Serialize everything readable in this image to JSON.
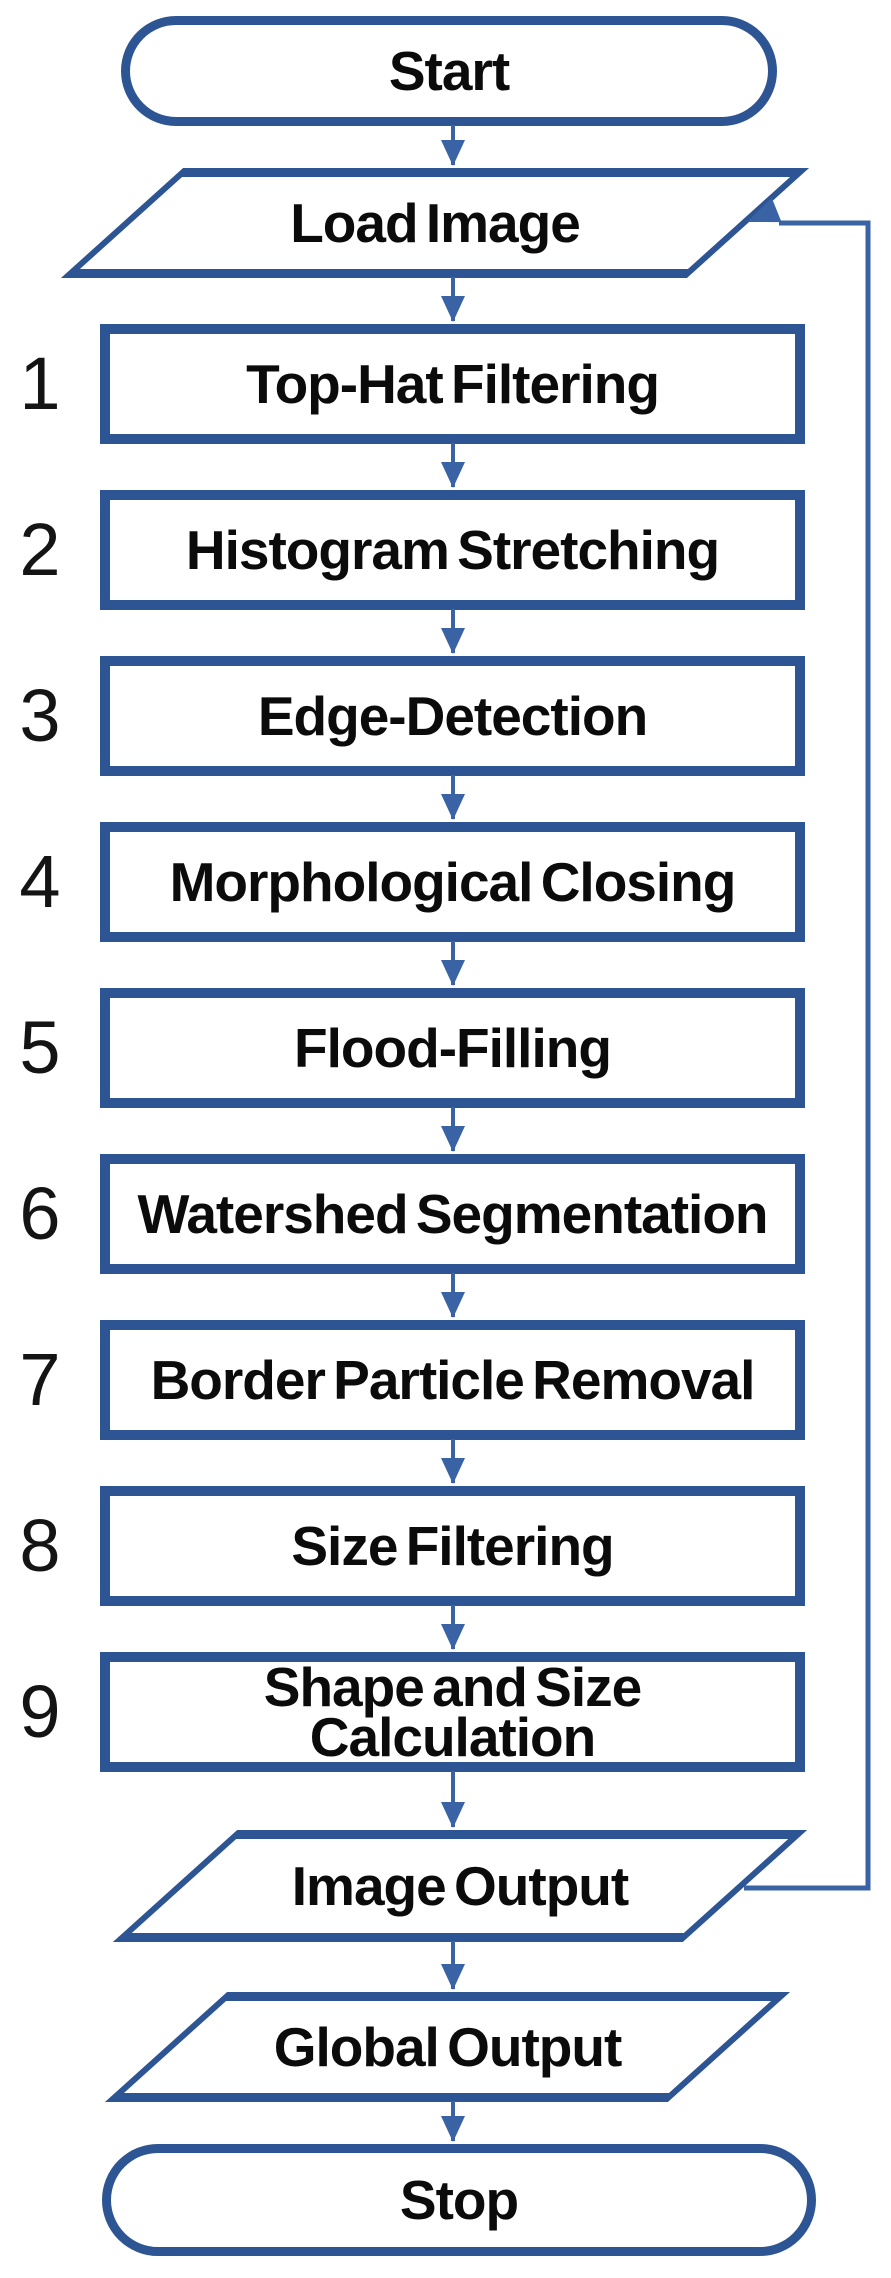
{
  "flowchart": {
    "start": {
      "label": "Start"
    },
    "load_image": {
      "label": "Load Image"
    },
    "steps": [
      {
        "number": "1",
        "label": "Top-Hat Filtering"
      },
      {
        "number": "2",
        "label": "Histogram Stretching"
      },
      {
        "number": "3",
        "label": "Edge-Detection"
      },
      {
        "number": "4",
        "label": "Morphological Closing"
      },
      {
        "number": "5",
        "label": "Flood-Filling"
      },
      {
        "number": "6",
        "label": "Watershed Segmentation"
      },
      {
        "number": "7",
        "label": "Border Particle Removal"
      },
      {
        "number": "8",
        "label": "Size Filtering"
      },
      {
        "number": "9",
        "label": "Shape and Size Calculation",
        "lines": [
          "Shape and Size",
          "Calculation"
        ]
      }
    ],
    "image_output": {
      "label": "Image Output"
    },
    "global_output": {
      "label": "Global Output"
    },
    "stop": {
      "label": "Stop"
    },
    "edges": [
      {
        "from": "Start",
        "to": "Load Image",
        "type": "forward"
      },
      {
        "from": "Load Image",
        "to": "Top-Hat Filtering",
        "type": "forward"
      },
      {
        "from": "Top-Hat Filtering",
        "to": "Histogram Stretching",
        "type": "forward"
      },
      {
        "from": "Histogram Stretching",
        "to": "Edge-Detection",
        "type": "forward"
      },
      {
        "from": "Edge-Detection",
        "to": "Morphological Closing",
        "type": "forward"
      },
      {
        "from": "Morphological Closing",
        "to": "Flood-Filling",
        "type": "forward"
      },
      {
        "from": "Flood-Filling",
        "to": "Watershed Segmentation",
        "type": "forward"
      },
      {
        "from": "Watershed Segmentation",
        "to": "Border Particle Removal",
        "type": "forward"
      },
      {
        "from": "Border Particle Removal",
        "to": "Size Filtering",
        "type": "forward"
      },
      {
        "from": "Size Filtering",
        "to": "Shape and Size Calculation",
        "type": "forward"
      },
      {
        "from": "Shape and Size Calculation",
        "to": "Image Output",
        "type": "forward"
      },
      {
        "from": "Image Output",
        "to": "Global Output",
        "type": "forward"
      },
      {
        "from": "Global Output",
        "to": "Stop",
        "type": "forward"
      },
      {
        "from": "Image Output",
        "to": "Load Image",
        "type": "loopback"
      }
    ],
    "colors": {
      "shape_border": "#2E5593",
      "arrow": "#3A63A5",
      "text": "#0B0B0B"
    }
  }
}
